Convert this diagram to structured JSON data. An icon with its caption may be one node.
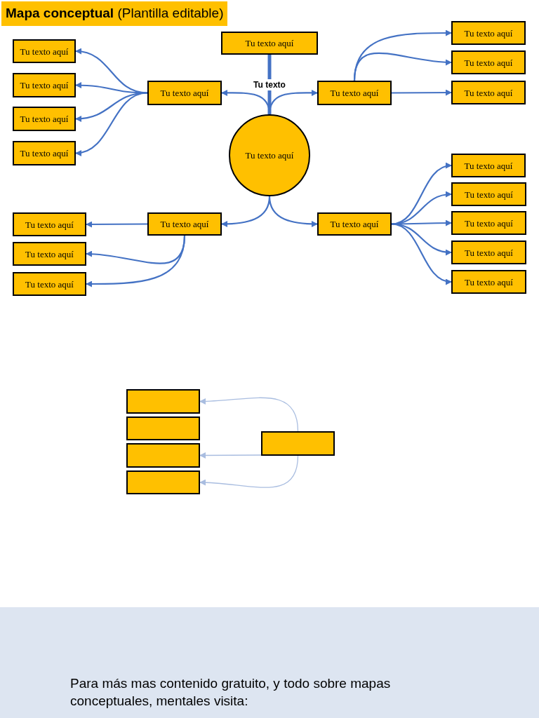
{
  "diagram": {
    "title": "**Mapa conceptual** (Plantilla editable)",
    "nodes": [
      {
        "text": [
          "Tu texto aquí"
        ]
      },
      {
        "text": [
          "Tu texto aquí"
        ]
      },
      {
        "text": [
          "Tu texto aquí"
        ]
      },
      {
        "text": [
          "Tu texto aquí"
        ]
      },
      {
        "text": [
          "Tu texto aquí"
        ]
      },
      {
        "text": [
          "Tu texto aquí"
        ]
      },
      {
        "text": [
          "Tu texto aquí"
        ]
      },
      {
        "text": [
          "Tu texto aquí"
        ]
      },
      {
        "text": [
          "Tu texto aquí"
        ]
      },
      {
        "text": [
          "Tu texto aquí"
        ]
      },
      {
        "text": [
          "Tu texto aquí"
        ]
      },
      {
        "text": [
          "Tu texto aquí"
        ]
      },
      {
        "text": [
          "Tu texto aquí"
        ]
      },
      {
        "text": [
          "Tu texto aquí"
        ]
      },
      {
        "text": [
          "Tu texto aquí"
        ]
      },
      {
        "text": [
          "Tu texto aquí"
        ]
      },
      {
        "text": [
          "Tu texto aquí"
        ]
      },
      {
        "text": [
          "Tu texto aquí"
        ]
      },
      {
        "text": [
          "Tu texto aquí"
        ]
      },
      {
        "text": [
          "Tu texto aquí"
        ]
      },
      {
        "text": [
          "Tu texto aquí"
        ]
      },
      {
        "text": [],
        "shape": "box"
      },
      {
        "text": [],
        "shape": "box"
      },
      {
        "text": [],
        "shape": "box"
      },
      {
        "text": [],
        "shape": "box"
      },
      {
        "text": [],
        "shape": "box"
      }
    ],
    "edges": [
      {
        "from": 1,
        "to": 0,
        "arrow": "none",
        "label": "Tu texto",
        "style": "thick"
      },
      {
        "from": 0,
        "to": 2,
        "arrow": "to"
      },
      {
        "from": 0,
        "to": 3,
        "arrow": "to"
      },
      {
        "from": 0,
        "to": 4,
        "arrow": "to"
      },
      {
        "from": 0,
        "to": 5,
        "arrow": "to"
      },
      {
        "from": 2,
        "to": 6,
        "arrow": "to"
      },
      {
        "from": 2,
        "to": 7,
        "arrow": "to"
      },
      {
        "from": 2,
        "to": 8,
        "arrow": "to"
      },
      {
        "from": 2,
        "to": 9,
        "arrow": "to"
      },
      {
        "from": 3,
        "to": 10,
        "arrow": "to"
      },
      {
        "from": 3,
        "to": 11,
        "arrow": "to"
      },
      {
        "from": 3,
        "to": 12,
        "arrow": "to"
      },
      {
        "from": 4,
        "to": 13,
        "arrow": "to"
      },
      {
        "from": 4,
        "to": 14,
        "arrow": "to"
      },
      {
        "from": 4,
        "to": 15,
        "arrow": "to"
      },
      {
        "from": 5,
        "to": 16,
        "arrow": "to"
      },
      {
        "from": 5,
        "to": 17,
        "arrow": "to"
      },
      {
        "from": 5,
        "to": 18,
        "arrow": "to"
      },
      {
        "from": 5,
        "to": 19,
        "arrow": "to"
      },
      {
        "from": 5,
        "to": 20,
        "arrow": "to"
      },
      {
        "from": 21,
        "to": 22,
        "arrow": "to",
        "color": "#a9bde0"
      },
      {
        "from": 21,
        "to": 24,
        "arrow": "to",
        "color": "#a9bde0"
      },
      {
        "from": 21,
        "to": 25,
        "arrow": "to",
        "color": "#a9bde0"
      }
    ],
    "labels": [
      "Para más mas contenido gratuito, y todo sobre mapas conceptuales, mentales visita:"
    ]
  }
}
